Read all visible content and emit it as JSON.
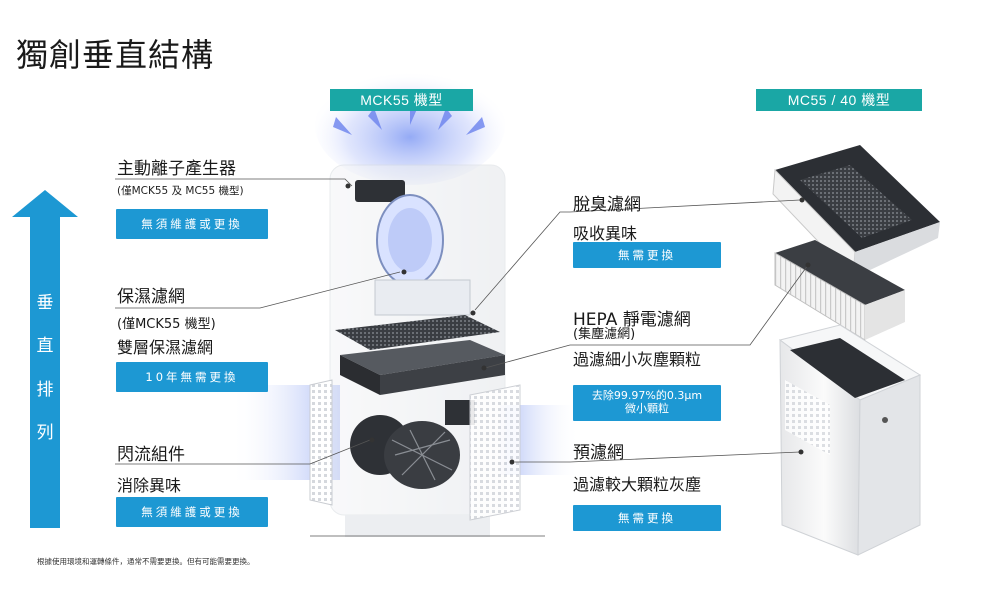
{
  "page": {
    "title": "獨創垂直結構"
  },
  "models": {
    "mck": "MCK55 機型",
    "mc": "MC55 / 40 機型"
  },
  "arrow": {
    "chars": [
      "垂",
      "直",
      "排",
      "列"
    ],
    "color": "#1d98d3"
  },
  "left_parts": [
    {
      "name": "主動離子產生器",
      "note": "(僅MCK55 及 MC55 機型)",
      "button": "無須維護或更換"
    },
    {
      "name": "保濕濾網",
      "note": "(僅MCK55 機型)",
      "desc": "雙層保濕濾網",
      "button": "10年無需更換"
    },
    {
      "name": "閃流組件",
      "desc": "消除異味",
      "button": "無須維護或更換"
    }
  ],
  "right_parts": [
    {
      "name": "脫臭濾網",
      "desc": "吸收異味",
      "button": "無需更換"
    },
    {
      "name": "HEPA 靜電濾網",
      "sub": "(集塵濾網)",
      "desc": "過濾細小灰塵顆粒",
      "button_line1": "去除99.97%的0.3μm",
      "button_line2": "微小顆粒"
    },
    {
      "name": "預濾網",
      "desc": "過濾較大顆粒灰塵",
      "button": "無需更換"
    }
  ],
  "footnote": "根據使用環境和運轉條件，通常不需要更換。但有可能需要更換。",
  "colors": {
    "teal": "#1aa7a5",
    "blue": "#1d98d3"
  }
}
